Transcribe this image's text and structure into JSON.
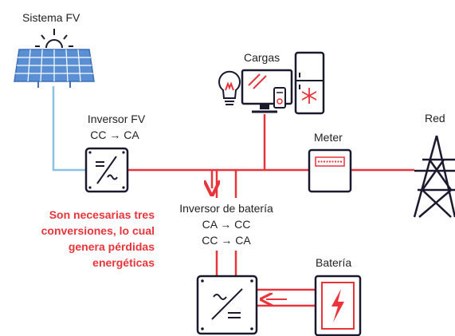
{
  "labels": {
    "pv_system": "Sistema FV",
    "loads": "Cargas",
    "pv_inverter_title": "Inversor FV",
    "pv_inverter_conversion": "CC → CA",
    "meter": "Meter",
    "grid": "Red",
    "battery_inverter_title": "Inversor de batería",
    "battery_inverter_conv1": "CA → CC",
    "battery_inverter_conv2": "CC → CA",
    "battery": "Batería"
  },
  "warning_lines": [
    "Son necesarias tres",
    "conversiones, lo cual",
    "genera pérdidas",
    "energéticas"
  ],
  "colors": {
    "ac_line": "#e8343a",
    "dc_line": "#8cc1e6",
    "device_stroke": "#1a1a2e",
    "panel_fill": "#5b8fd4",
    "accent_red": "#e8343a"
  }
}
